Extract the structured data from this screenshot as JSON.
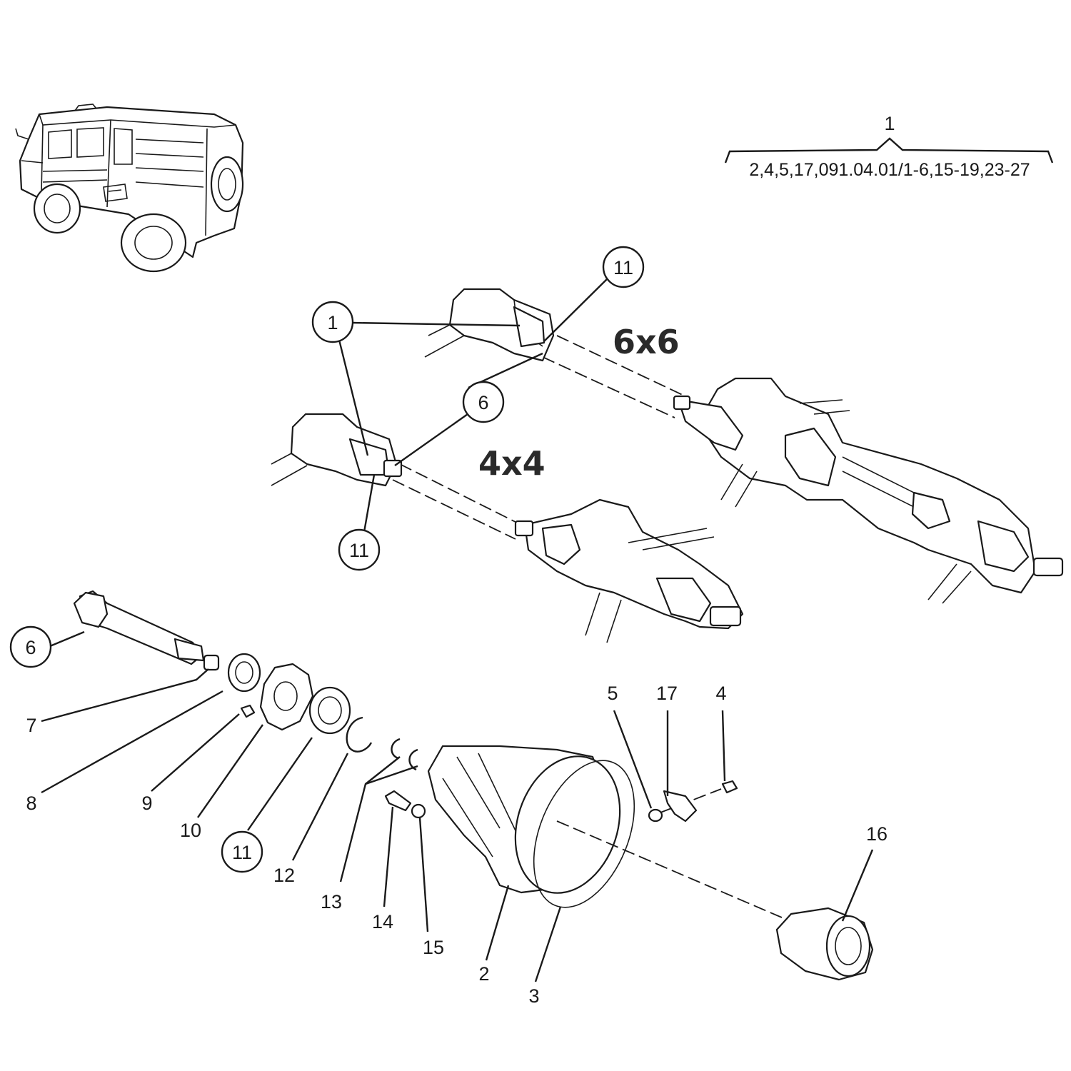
{
  "reference": {
    "group_number": "1",
    "parts_list": "2,4,5,17,091.04.01/1-6,15-19,23-27"
  },
  "variants": {
    "six_by_six": "6x6",
    "four_by_four": "4x4"
  },
  "callouts_circled": {
    "c1": "1",
    "c11_top": "11",
    "c6_mid": "6",
    "c11_mid": "11",
    "c6_low": "6",
    "c11_low": "11"
  },
  "callouts_plain": {
    "n2": "2",
    "n3": "3",
    "n4": "4",
    "n5": "5",
    "n7": "7",
    "n8": "8",
    "n9": "9",
    "n10": "10",
    "n12": "12",
    "n13": "13",
    "n14": "14",
    "n15": "15",
    "n16": "16",
    "n17": "17"
  },
  "colors": {
    "line": "#1a1a1a",
    "background": "#ffffff"
  },
  "icons": [
    "vehicle-illustration",
    "axle-assembly-4x4",
    "axle-assembly-6x6"
  ]
}
